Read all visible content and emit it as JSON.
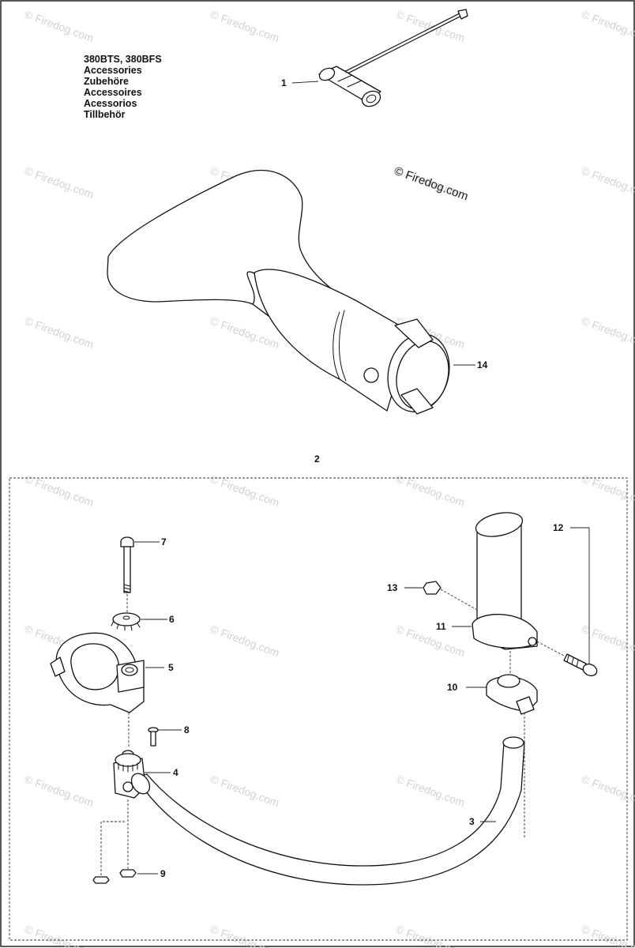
{
  "title_lines": [
    "380BTS, 380BFS",
    "Accessories",
    "Zubehöre",
    "Accessoires",
    "Acessorios",
    "Tillbehör"
  ],
  "copyright": "© Firedog.com",
  "watermark": "© Firedog.com",
  "callouts": {
    "p1": "1",
    "p2": "2",
    "p3": "3",
    "p4": "4",
    "p5": "5",
    "p6": "6",
    "p7": "7",
    "p8": "8",
    "p9": "9",
    "p10": "10",
    "p11": "11",
    "p12": "12",
    "p13": "13",
    "p14": "14"
  }
}
